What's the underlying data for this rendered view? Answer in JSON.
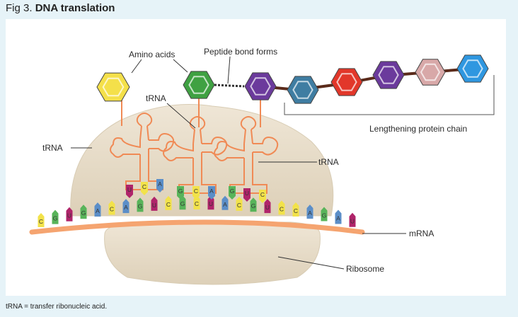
{
  "title": {
    "prefix": "Fig 3.",
    "bold": "DNA translation"
  },
  "footnote": "tRNA = transfer ribonucleic acid.",
  "labels": {
    "amino_acids": "Amino acids",
    "peptide_bond": "Peptide bond forms",
    "trna_top": "tRNA",
    "trna_left": "tRNA",
    "trna_right": "tRNA",
    "lengthening_chain": "Lengthening protein chain",
    "mrna": "mRNA",
    "ribosome": "Ribosome"
  },
  "mrna_bases": [
    "C",
    "G",
    "U",
    "G",
    "A",
    "C",
    "A",
    "G",
    "U",
    "C",
    "G",
    "C",
    "U",
    "A",
    "C",
    "G",
    "U",
    "C",
    "C",
    "A",
    "G",
    "A",
    "U"
  ],
  "trna_anticodon_bases": [
    "U",
    "C",
    "A",
    "G",
    "C",
    "A",
    "G",
    "U",
    "C"
  ],
  "colors": {
    "background": "#e6f3f8",
    "ribosome": "#e8ddca",
    "mrna_strand": "#f5a470",
    "trna": "#f08a55",
    "base_A": "#5b8ec8",
    "base_C": "#f2e24a",
    "base_G": "#58b45a",
    "base_U": "#b0246a",
    "amino_yellow": "#f4e04a",
    "amino_green": "#3fa142",
    "amino_purple": "#6b3a9c",
    "amino_teal": "#3f7da2",
    "amino_red": "#e2372a",
    "amino_pink": "#d8a8a8",
    "amino_blue": "#2f97e0"
  }
}
